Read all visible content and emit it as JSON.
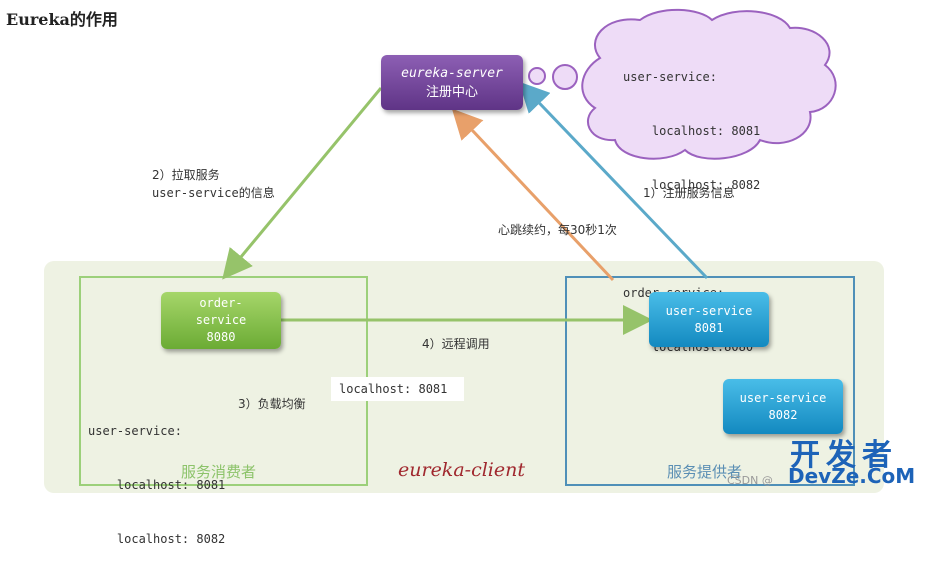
{
  "title": "Eureka的作用",
  "server": {
    "name": "eureka-server",
    "subtitle": "注册中心"
  },
  "cloud": {
    "lines": [
      "user-service:",
      "    localhost: 8081",
      "    localhost: 8082",
      "",
      "order-service:",
      "    localhost:8080"
    ]
  },
  "arrows": {
    "pull": {
      "line1": "2）拉取服务",
      "line2": "user-service的信息"
    },
    "register": "1）注册服务信息",
    "heartbeat": "心跳续约，每30秒1次",
    "remote_call": "4）远程调用",
    "load_balance": "3）负载均衡"
  },
  "consumer": {
    "node": {
      "line1": "order-",
      "line2": "service",
      "line3": "8080"
    },
    "list": [
      "user-service:",
      "    localhost: 8081",
      "    localhost: 8082"
    ],
    "label": "服务消费者"
  },
  "selected_target": "localhost: 8081",
  "provider": {
    "node1": {
      "line1": "user-service",
      "line2": "8081"
    },
    "node2": {
      "line1": "user-service",
      "line2": "8082"
    },
    "label": "服务提供者"
  },
  "client_label": "eureka-client",
  "watermark": {
    "big": "开发者",
    "domain": "DevZe.CoM",
    "csdn": "CSDN @"
  },
  "colors": {
    "server": "#6a3e93",
    "consumer_node": "#7bb63f",
    "provider_node": "#1ea0d6",
    "consumer_border": "#9cd07a",
    "provider_border": "#4f90b8",
    "pull_arrow": "#96c36a",
    "register_arrow": "#5ba9c9",
    "heartbeat_arrow": "#e8a06a",
    "client_bg": "#eef2e3",
    "cloud_fill": "#eedcf7",
    "cloud_stroke": "#9b62bf"
  }
}
